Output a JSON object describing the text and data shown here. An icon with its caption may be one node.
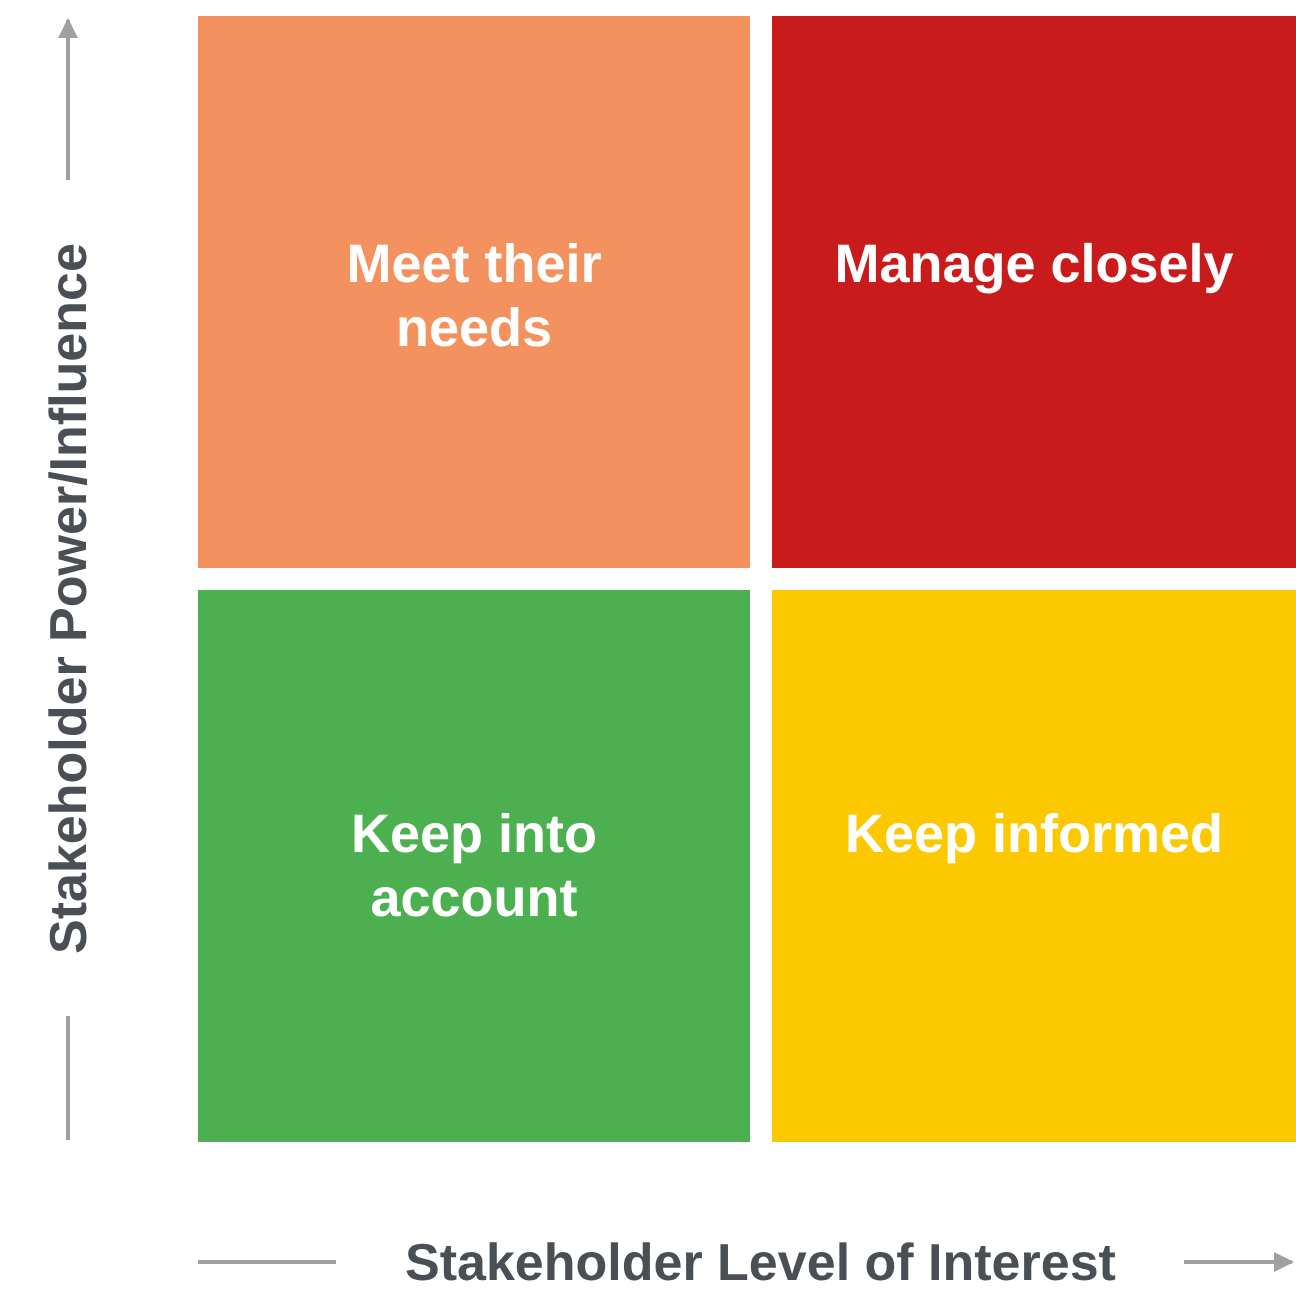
{
  "diagram": {
    "nodes": [
      {
        "text": [
          "Meet their needs"
        ]
      },
      {
        "text": [
          "Manage closely"
        ]
      },
      {
        "text": [
          "Keep into account"
        ]
      },
      {
        "text": [
          "Keep informed"
        ]
      }
    ],
    "labels": [
      "Stakeholder Power/Influence",
      "Stakeholder Level of Interest"
    ]
  }
}
